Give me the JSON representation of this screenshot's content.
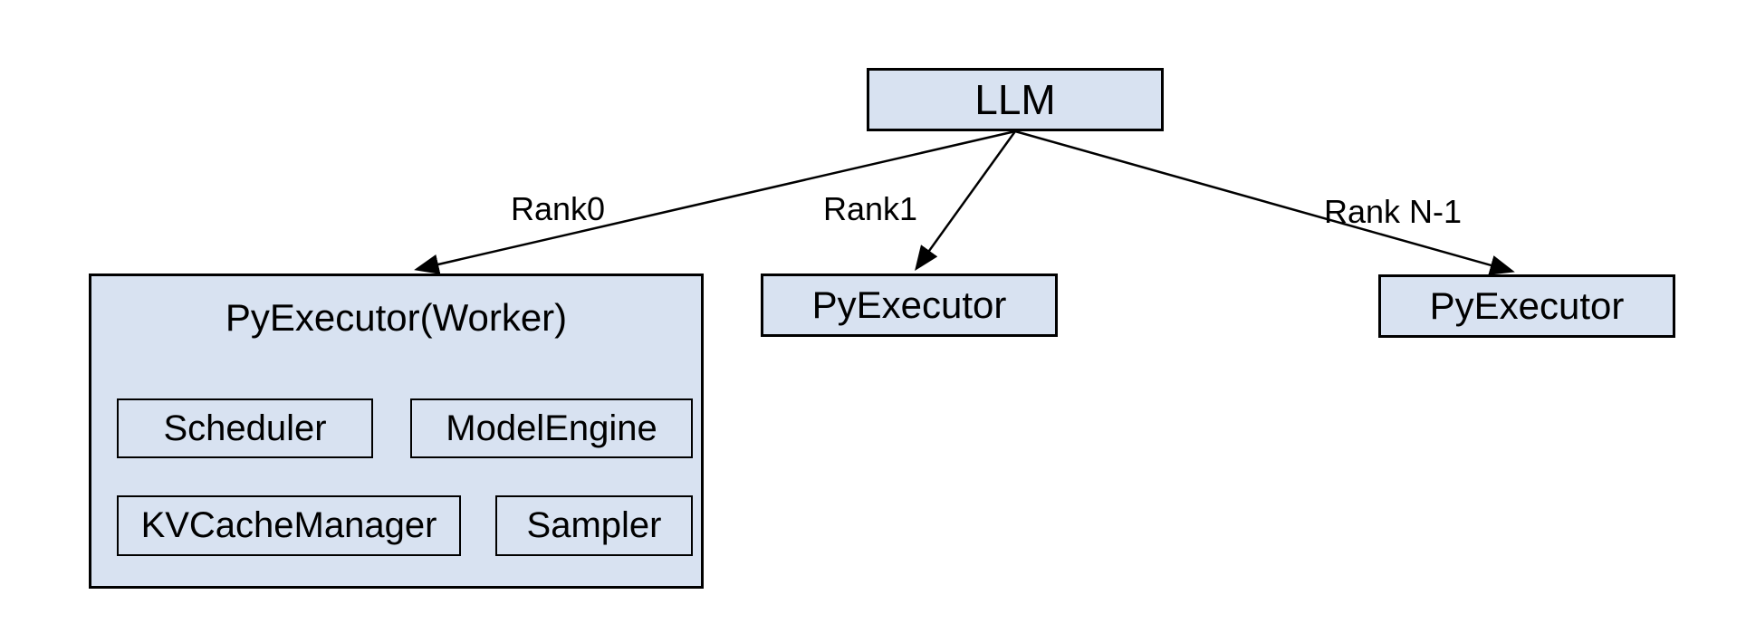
{
  "colors": {
    "box_fill": "#d8e2f1",
    "box_border": "#000000",
    "arrow": "#000000",
    "text": "#000000",
    "background": "#ffffff"
  },
  "root_node": {
    "label": "LLM"
  },
  "edges": [
    {
      "label": "Rank0"
    },
    {
      "label": "Rank1"
    },
    {
      "label": "Rank N-1"
    }
  ],
  "nodes": {
    "worker": {
      "label": "PyExecutor(Worker)",
      "components": [
        {
          "label": "Scheduler"
        },
        {
          "label": "ModelEngine"
        },
        {
          "label": "KVCacheManager"
        },
        {
          "label": "Sampler"
        }
      ]
    },
    "executor_rank1": {
      "label": "PyExecutor"
    },
    "executor_rankN": {
      "label": "PyExecutor"
    }
  }
}
